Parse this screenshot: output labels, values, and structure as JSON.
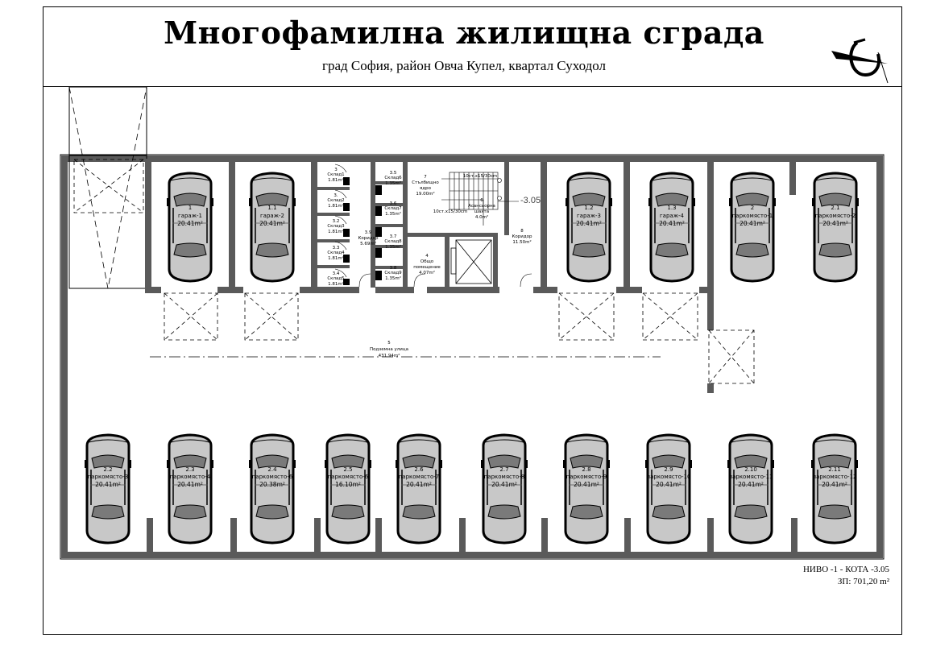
{
  "header": {
    "title": "Многофамилна жилищна сграда",
    "subtitle": "град София, район Овча Купел, квартал Суходол"
  },
  "footer": {
    "level": "НИВО -1 - КОТА -3.05",
    "area": "ЗП: 701,20 m²"
  },
  "elevation_mark": "-3.05",
  "street": {
    "number": "5",
    "name": "Подземна улица",
    "area": "431.94m²"
  },
  "top_spaces": [
    {
      "num": "1",
      "label": "гараж-1",
      "area": "20.41m²"
    },
    {
      "num": "1.1",
      "label": "гараж-2",
      "area": "20.41m²"
    },
    {
      "num": "1.2",
      "label": "гараж-3",
      "area": "20.41m²"
    },
    {
      "num": "1.3",
      "label": "гараж-4",
      "area": "20.41m²"
    },
    {
      "num": "2",
      "label": "паркомясто-1",
      "area": "20.41m²"
    },
    {
      "num": "2.1",
      "label": "паркомясто-2",
      "area": "20.41m²"
    }
  ],
  "bottom_spaces": [
    {
      "num": "2.2",
      "label": "паркомясто-3",
      "area": "20.41m²"
    },
    {
      "num": "2.3",
      "label": "паркомясто-4",
      "area": "20.41m²"
    },
    {
      "num": "2.4",
      "label": "паркомясто-6",
      "area": "20.38m²"
    },
    {
      "num": "2.5",
      "label": "паркомясто-6",
      "area": "16.10m²"
    },
    {
      "num": "2.6",
      "label": "паркомясто-7",
      "area": "20.41m²"
    },
    {
      "num": "2.7",
      "label": "паркомясто-8",
      "area": "20.41m²"
    },
    {
      "num": "2.8",
      "label": "паркомясто-9",
      "area": "20.41m²"
    },
    {
      "num": "2.9",
      "label": "паркомясто-10",
      "area": "20.41m²"
    },
    {
      "num": "2.10",
      "label": "паркомясто-11",
      "area": "20.41m²"
    },
    {
      "num": "2.11",
      "label": "паркомясто-12",
      "area": "20.41m²"
    }
  ],
  "storage_left": [
    {
      "num": "3",
      "label": "Склад1",
      "area": "1.81m²"
    },
    {
      "num": "3.",
      "label": "Склад2",
      "area": "1.81m²"
    },
    {
      "num": "3.2",
      "label": "Склад3",
      "area": "1.81m²"
    },
    {
      "num": "3.3",
      "label": "Склад4",
      "area": "1.81m²"
    },
    {
      "num": "3.4",
      "label": "Склад5",
      "area": "1.81m²"
    }
  ],
  "storage_right": [
    {
      "num": "3.5",
      "label": "Склад6",
      "area": "1.35m²"
    },
    {
      "num": "3.6",
      "label": "Склад7",
      "area": "1.35m²"
    },
    {
      "num": "3.7",
      "label": "Склад8",
      "area": "1.35m²"
    },
    {
      "num": "3.8",
      "label": "Склад9",
      "area": "1.35m²"
    }
  ],
  "rooms": {
    "corridor_storage": {
      "num": "3.9",
      "label": "Коридор",
      "area": "5.69m²"
    },
    "common": {
      "num": "4",
      "label1": "Общо",
      "label2": "помещение",
      "area": "4.07m²"
    },
    "stair": {
      "num": "7",
      "label1": "Стълбищно",
      "label2": "ядро",
      "area": "19.00m²"
    },
    "stair_note1": "10ст.x15/30cm",
    "stair_note2": "10ст.x15/30cm",
    "lift": {
      "num": "6",
      "label1": "Асансьорна",
      "label2": "шахта",
      "area": "4.0m²"
    },
    "corridor": {
      "num": "8",
      "label": "Коридор",
      "area": "11.50m²"
    }
  }
}
